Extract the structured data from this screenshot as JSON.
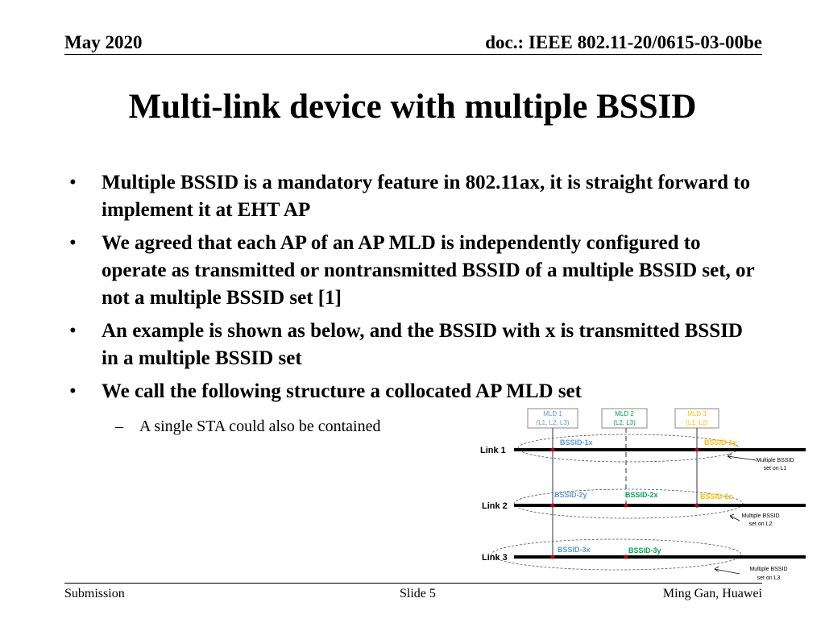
{
  "header": {
    "date": "May 2020",
    "doc": "doc.: IEEE 802.11-20/0615-03-00be"
  },
  "title": "Multi-link device with multiple BSSID",
  "bullets": [
    "Multiple BSSID is a mandatory feature in 802.11ax, it is straight forward to implement it at EHT AP",
    "We agreed that each AP of an AP MLD is independently configured to operate as transmitted or nontransmitted BSSID of a multiple BSSID set, or not a multiple BSSID set [1]",
    "An example is shown as below, and the BSSID with x is transmitted BSSID in a multiple BSSID set",
    "We call the following structure a collocated AP MLD set"
  ],
  "sub_bullet": {
    "dash": "–",
    "text": "A single STA could also be contained"
  },
  "diagram": {
    "mlds": [
      {
        "name": "MLD 1",
        "links": "(L1, L2, L3)",
        "color": "#5b9bd5"
      },
      {
        "name": "MLD 2",
        "links": "(L2, L3)",
        "color": "#00a550"
      },
      {
        "name": "MLD 3",
        "links": "(L1, L2)",
        "color": "#ffc000"
      }
    ],
    "links": [
      {
        "label": "Link 1",
        "set_label_1": "Multiple BSSID",
        "set_label_2": "set on L1",
        "bssids": [
          {
            "text": "BSSID-1x",
            "color": "#5b9bd5"
          },
          {
            "text": "BSSID-1y",
            "color": "#ffc000"
          }
        ]
      },
      {
        "label": "Link 2",
        "set_label_1": "Multiple BSSID",
        "set_label_2": "set on L2",
        "bssids": [
          {
            "text": "BSSID-2y",
            "color": "#5b9bd5"
          },
          {
            "text": "BSSID-2x",
            "color": "#00a550"
          },
          {
            "text": "BSSID-2z",
            "color": "#ffc000"
          }
        ]
      },
      {
        "label": "Link 3",
        "set_label_1": "Multiple BSSID",
        "set_label_2": "set on L3",
        "bssids": [
          {
            "text": "BSSID-3x",
            "color": "#5b9bd5"
          },
          {
            "text": "BSSID-3y",
            "color": "#00a550"
          }
        ]
      }
    ]
  },
  "footer": {
    "left": "Submission",
    "center": "Slide 5",
    "right": "Ming Gan, Huawei"
  }
}
